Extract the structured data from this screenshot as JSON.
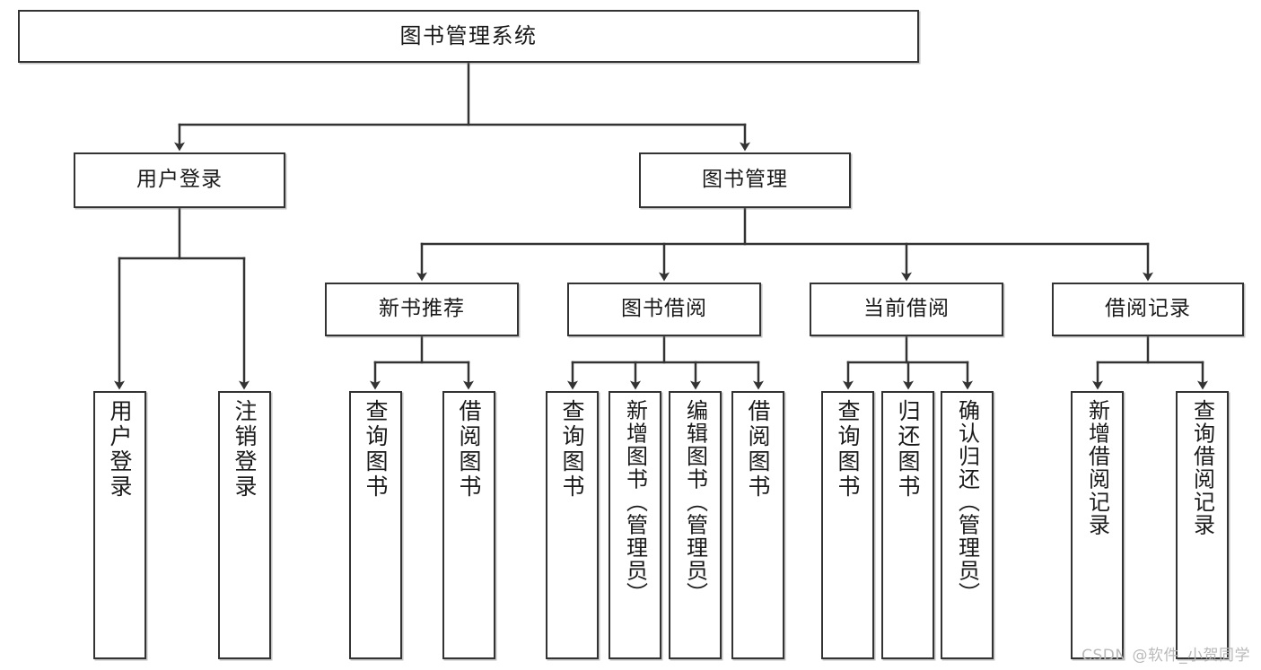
{
  "diagram": {
    "title": "图书管理系统",
    "type": "tree-hierarchy",
    "watermark": "CSDN @软件_小贺同学",
    "colors": {
      "box_border": "#333333",
      "box_fill": "#ffffff",
      "edge": "#333333",
      "text": "#1a1a1a",
      "watermark": "#b9b9b9"
    },
    "root": {
      "id": "root",
      "label": "图书管理系统"
    },
    "level1": [
      {
        "id": "user-login",
        "label": "用户登录"
      },
      {
        "id": "book-manage",
        "label": "图书管理"
      }
    ],
    "level2": [
      {
        "id": "new-book-rec",
        "label": "新书推荐",
        "parent": "book-manage"
      },
      {
        "id": "book-borrow",
        "label": "图书借阅",
        "parent": "book-manage"
      },
      {
        "id": "current-borrow",
        "label": "当前借阅",
        "parent": "book-manage"
      },
      {
        "id": "borrow-record",
        "label": "借阅记录",
        "parent": "book-manage"
      }
    ],
    "leaves": {
      "user-login": [
        {
          "id": "leaf-user-login",
          "label": "用户登录"
        },
        {
          "id": "leaf-user-logout",
          "label": "注销登录"
        }
      ],
      "new-book-rec": [
        {
          "id": "leaf-query-book-1",
          "label": "查询图书"
        },
        {
          "id": "leaf-borrow-book-1",
          "label": "借阅图书"
        }
      ],
      "book-borrow": [
        {
          "id": "leaf-query-book-2",
          "label": "查询图书"
        },
        {
          "id": "leaf-add-book",
          "label": "新增图书（管理员）"
        },
        {
          "id": "leaf-edit-book",
          "label": "编辑图书（管理员）"
        },
        {
          "id": "leaf-borrow-book-2",
          "label": "借阅图书"
        }
      ],
      "current-borrow": [
        {
          "id": "leaf-query-book-3",
          "label": "查询图书"
        },
        {
          "id": "leaf-return-book",
          "label": "归还图书"
        },
        {
          "id": "leaf-confirm-return",
          "label": "确认归还（管理员）"
        }
      ],
      "borrow-record": [
        {
          "id": "leaf-add-record",
          "label": "新增借阅记录"
        },
        {
          "id": "leaf-query-record",
          "label": "查询借阅记录"
        }
      ]
    }
  }
}
